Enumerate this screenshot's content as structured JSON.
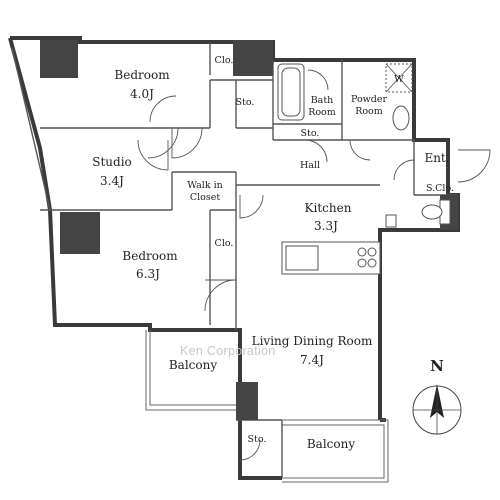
{
  "rooms": {
    "bedroom_top": {
      "name": "Bedroom",
      "size": "4.0J"
    },
    "clo_top": "Clo.",
    "sto_top": "Sto.",
    "bath": {
      "line1": "Bath",
      "line2": "Room"
    },
    "powder": {
      "line1": "Powder",
      "line2": "Room"
    },
    "w": "W",
    "sto_mid": "Sto.",
    "studio": {
      "name": "Studio",
      "size": "3.4J"
    },
    "hall": "Hall",
    "ent": "Ent.",
    "sclo": "S.Clo.",
    "walkin": {
      "line1": "Walk in",
      "line2": "Closet"
    },
    "kitchen": {
      "name": "Kitchen",
      "size": "3.3J"
    },
    "bedroom_mid": {
      "name": "Bedroom",
      "size": "6.3J"
    },
    "clo_mid": "Clo.",
    "ldr": {
      "name": "Living Dining Room",
      "size": "7.4J"
    },
    "balcony_left": "Balcony",
    "sto_bottom": "Sto.",
    "balcony_bottom": "Balcony"
  },
  "watermark": "Ken Corporation",
  "compass": {
    "label": "N"
  }
}
